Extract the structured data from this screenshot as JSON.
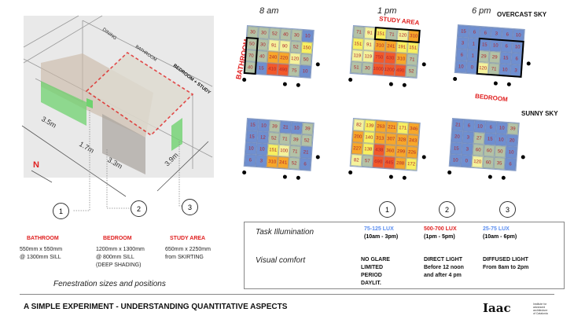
{
  "times": [
    "8 am",
    "1 pm",
    "6 pm"
  ],
  "sky_labels": {
    "overcast": "OVERCAST SKY",
    "sunny": "SUNNY SKY"
  },
  "grid_labels": {
    "bathroom": "BATHROOM",
    "study_area": "STUDY AREA",
    "bedroom": "BEDROOM"
  },
  "colors": {
    "blue": "#6f8fd0",
    "sage": "#b3c2a6",
    "pale_yellow": "#f4f29c",
    "yellow": "#f8f060",
    "orange": "#f7a72a",
    "red": "#f2592a",
    "label_red": "#e02020",
    "label_blue": "#5b8ef0"
  },
  "grids": [
    {
      "sky": "overcast",
      "time": "8 am",
      "rows": [
        [
          30,
          30,
          52,
          40,
          30,
          10
        ],
        [
          50,
          30,
          91,
          90,
          52,
          150
        ],
        [
          70,
          40,
          240,
          220,
          120,
          50
        ],
        [
          40,
          15,
          410,
          490,
          75,
          10
        ]
      ]
    },
    {
      "sky": "overcast",
      "time": "1 pm",
      "rows": [
        [
          71,
          91,
          151,
          71,
          120,
          310
        ],
        [
          151,
          91,
          310,
          241,
          191,
          151
        ],
        [
          119,
          119,
          750,
          630,
          310,
          71
        ],
        [
          51,
          30,
          1000,
          1200,
          490,
          52
        ]
      ]
    },
    {
      "sky": "overcast",
      "time": "6 pm",
      "rows": [
        [
          15,
          6,
          6,
          3,
          6,
          10
        ],
        [
          3,
          1,
          15,
          10,
          6,
          10
        ],
        [
          6,
          1,
          29,
          29,
          15,
          6
        ],
        [
          10,
          0,
          120,
          71,
          10,
          3
        ]
      ]
    },
    {
      "sky": "sunny",
      "time": "8 am",
      "rows": [
        [
          15,
          10,
          39,
          21,
          10,
          39
        ],
        [
          15,
          12,
          52,
          71,
          39,
          52
        ],
        [
          10,
          10,
          151,
          100,
          71,
          21
        ],
        [
          6,
          3,
          310,
          241,
          52,
          6
        ]
      ]
    },
    {
      "sky": "sunny",
      "time": "1 pm",
      "rows": [
        [
          82,
          139,
          263,
          221,
          171,
          346
        ],
        [
          200,
          140,
          313,
          307,
          328,
          243
        ],
        [
          227,
          138,
          438,
          360,
          299,
          226
        ],
        [
          82,
          57,
          690,
          445,
          288,
          172
        ]
      ]
    },
    {
      "sky": "sunny",
      "time": "6 pm",
      "rows": [
        [
          21,
          6,
          10,
          6,
          10,
          39
        ],
        [
          20,
          3,
          27,
          15,
          10,
          20
        ],
        [
          15,
          3,
          60,
          60,
          50,
          10
        ],
        [
          10,
          0,
          120,
          60,
          35,
          6
        ]
      ]
    }
  ],
  "drawing": {
    "labels": {
      "dining": "DINING",
      "bathroom": "BATHROOM",
      "bedroom_study": "BEDROOM + STUDY",
      "north": "N"
    },
    "dimensions": [
      "3.5m",
      "1.7m",
      "3.3m",
      "3.9m"
    ],
    "callouts": [
      "1",
      "2",
      "3"
    ]
  },
  "fenestration": {
    "items": [
      {
        "title": "BATHROOM",
        "lines": [
          "550mm x 550mm",
          "@ 1300mm SILL"
        ]
      },
      {
        "title": "BEDROOM",
        "lines": [
          "1200mm x 1300mm",
          "@ 800mm SILL",
          "(DEEP SHADING)"
        ]
      },
      {
        "title": "STUDY AREA",
        "lines": [
          "650mm x 2250mm",
          "from SKIRTING"
        ]
      }
    ],
    "caption": "Fenestration sizes and positions"
  },
  "criteria": {
    "numbers": [
      "1",
      "2",
      "3"
    ],
    "task_label": "Task Illumination",
    "visual_label": "Visual comfort",
    "task": [
      {
        "lux": "75-125 LUX",
        "time": "(10am - 3pm)",
        "color": "#5b8ef0"
      },
      {
        "lux": "500-700 LUX",
        "time": "(1pm - 5pm)",
        "color": "#e02020"
      },
      {
        "lux": "25-75 LUX",
        "time": "(10am - 6pm)",
        "color": "#5b8ef0"
      }
    ],
    "visual": [
      [
        "NO GLARE",
        "LIMITED",
        "PERIOD",
        "DAYLIT."
      ],
      [
        "DIRECT LIGHT",
        "Before 12 noon",
        "and after 4 pm"
      ],
      [
        "DIFFUSED LIGHT",
        "From 8am to 2pm"
      ]
    ]
  },
  "footer": {
    "title": "A SIMPLE EXPERIMENT - UNDERSTANDING QUANTITATIVE ASPECTS",
    "logo": "Iaac",
    "logo_sub": [
      "Institute for",
      "advanced",
      "architecture",
      "of Catalonia"
    ]
  }
}
